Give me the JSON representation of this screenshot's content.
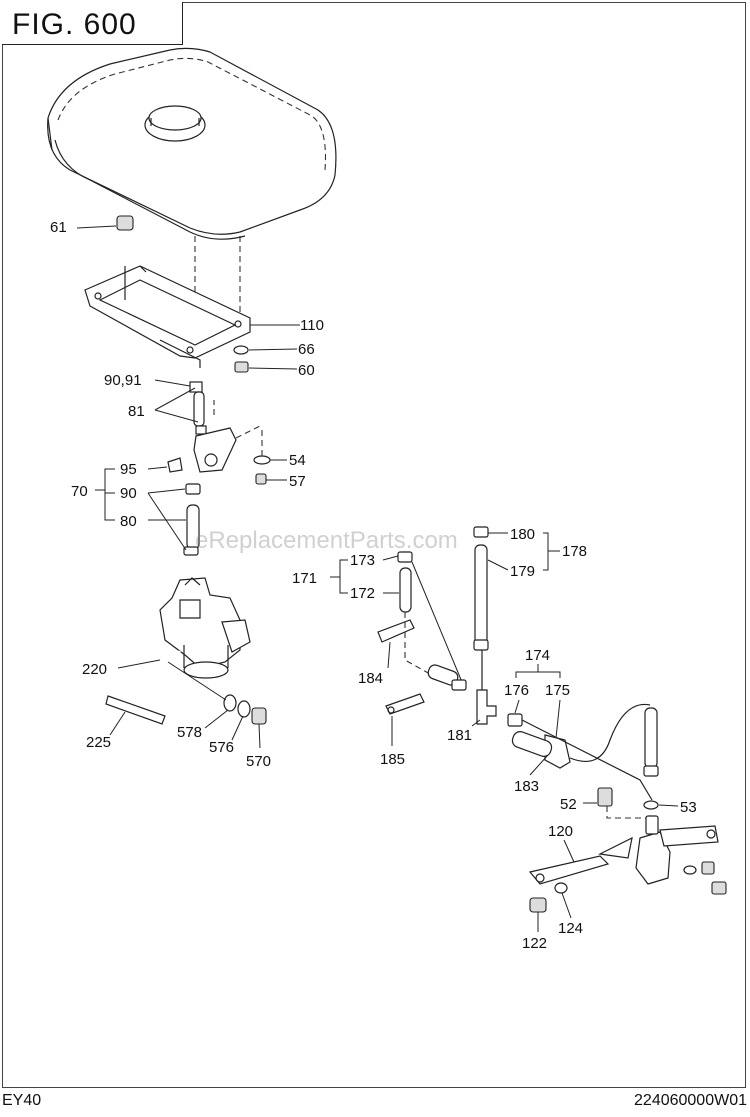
{
  "figure": {
    "title": "FIG. 600"
  },
  "footer": {
    "model": "EY40",
    "code": "224060000W01"
  },
  "watermark": "eReplacementParts.com",
  "callouts": {
    "c61": "61",
    "c110": "110",
    "c66": "66",
    "c60": "60",
    "c9091": "90,91",
    "c81": "81",
    "c54": "54",
    "c57": "57",
    "c95": "95",
    "c70": "70",
    "c90": "90",
    "c80": "80",
    "c220": "220",
    "c225": "225",
    "c578": "578",
    "c576": "576",
    "c570": "570",
    "c180": "180",
    "c178": "178",
    "c179": "179",
    "c173": "173",
    "c171": "171",
    "c172": "172",
    "c174": "174",
    "c176": "176",
    "c175": "175",
    "c184": "184",
    "c181": "181",
    "c185": "185",
    "c183": "183",
    "c52": "52",
    "c53": "53",
    "c120": "120",
    "c124": "124",
    "c122": "122"
  }
}
